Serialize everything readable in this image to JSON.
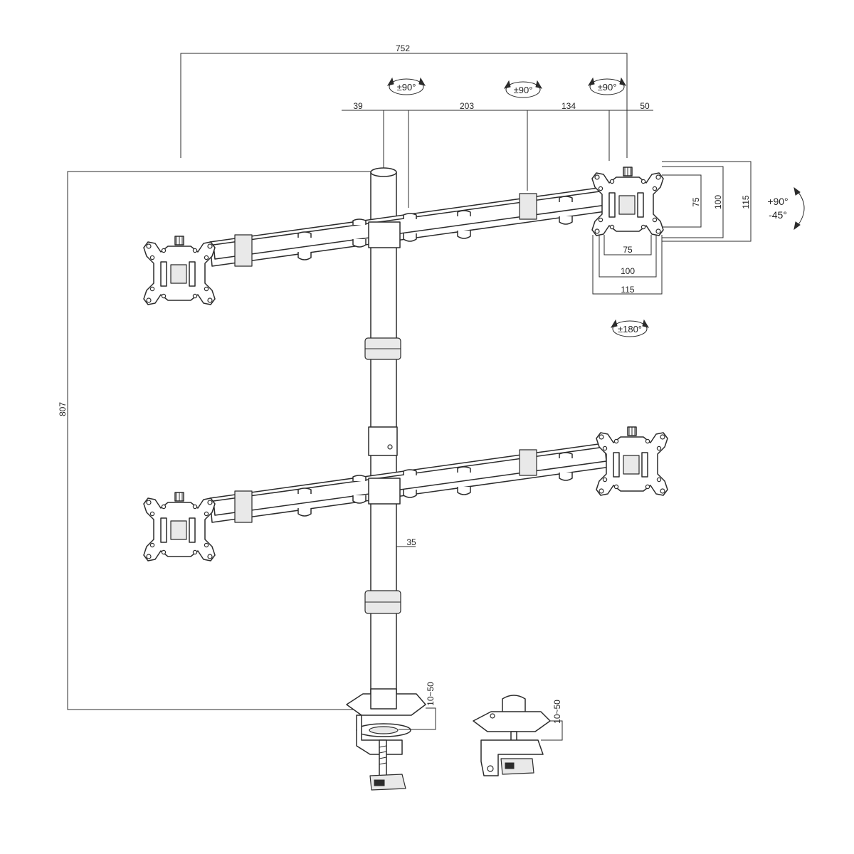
{
  "dimensions": {
    "overall_width": "752",
    "offset_left": "39",
    "arm_segment_a": "203",
    "arm_segment_b": "134",
    "offset_right": "50",
    "overall_height": "807",
    "pole_diameter": "35",
    "vesa_75_vertical": "75",
    "vesa_100_vertical": "100",
    "vesa_115_vertical": "115",
    "vesa_75_horizontal": "75",
    "vesa_100_horizontal": "100",
    "vesa_115_horizontal": "115",
    "clamp_range": "10~50",
    "grommet_range": "10~50"
  },
  "rotations": {
    "swivel_1": "±90°",
    "swivel_2": "±90°",
    "swivel_3": "±90°",
    "rotate": "±180°",
    "tilt_up": "+90°",
    "tilt_down": "-45°"
  }
}
